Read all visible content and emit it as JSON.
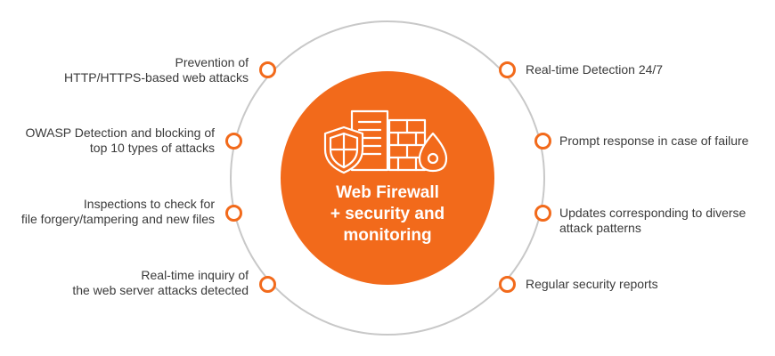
{
  "colors": {
    "accent": "#f26a1b",
    "ring": "#c8c8c8",
    "text": "#3a3a3a",
    "white": "#ffffff"
  },
  "center": {
    "title_lines": [
      "Web Firewall",
      "+ security and",
      "monitoring"
    ],
    "icons": [
      "shield-icon",
      "building-icon",
      "brick-wall-icon",
      "fire-drop-icon"
    ]
  },
  "left_items": [
    {
      "lines": [
        "Prevention of",
        "HTTP/HTTPS-based web attacks"
      ]
    },
    {
      "lines": [
        "OWASP Detection and blocking of",
        "top 10 types of attacks"
      ]
    },
    {
      "lines": [
        "Inspections to check for",
        "file forgery/tampering and new files"
      ]
    },
    {
      "lines": [
        "Real-time inquiry of",
        "the web server attacks detected"
      ]
    }
  ],
  "right_items": [
    {
      "lines": [
        "Real-time Detection 24/7"
      ]
    },
    {
      "lines": [
        "Prompt response in case of failure"
      ]
    },
    {
      "lines": [
        "Updates corresponding to diverse",
        "attack patterns"
      ]
    },
    {
      "lines": [
        "Regular security reports"
      ]
    }
  ]
}
